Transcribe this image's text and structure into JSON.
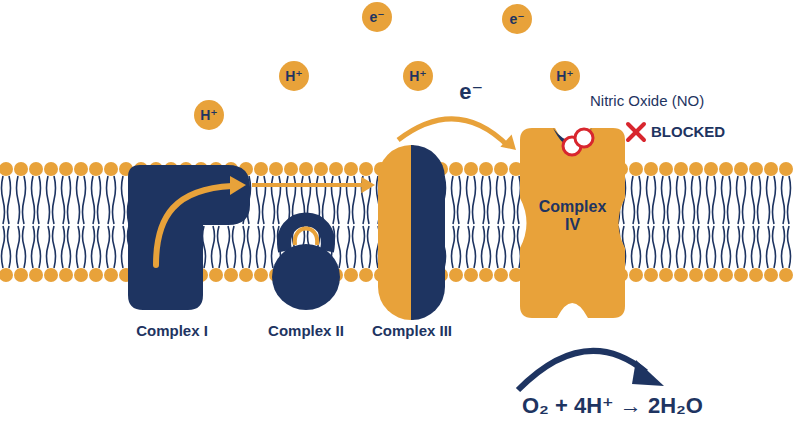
{
  "diagram": {
    "nodes": [
      {
        "text": [
          "e⁻"
        ]
      },
      {
        "text": [
          "e⁻"
        ]
      },
      {
        "text": [
          "H⁺"
        ]
      },
      {
        "text": [
          "H⁺"
        ]
      },
      {
        "text": [
          "H⁺"
        ]
      },
      {
        "text": [
          "H⁺"
        ]
      },
      {
        "text": [
          "Complex I"
        ]
      },
      {
        "text": [
          "Complex II"
        ]
      },
      {
        "text": [
          "Complex III"
        ]
      },
      {
        "text": [
          "Complex IV"
        ]
      }
    ],
    "edges": [
      {
        "from": 6,
        "to": 8,
        "arrow": "to"
      },
      {
        "from": 8,
        "to": 9,
        "label": "e⁻",
        "arrow": "to"
      }
    ],
    "labels": [
      "Nitric Oxide (NO)",
      "BLOCKED",
      "O₂ + 4H⁺ → 2H₂O"
    ]
  }
}
